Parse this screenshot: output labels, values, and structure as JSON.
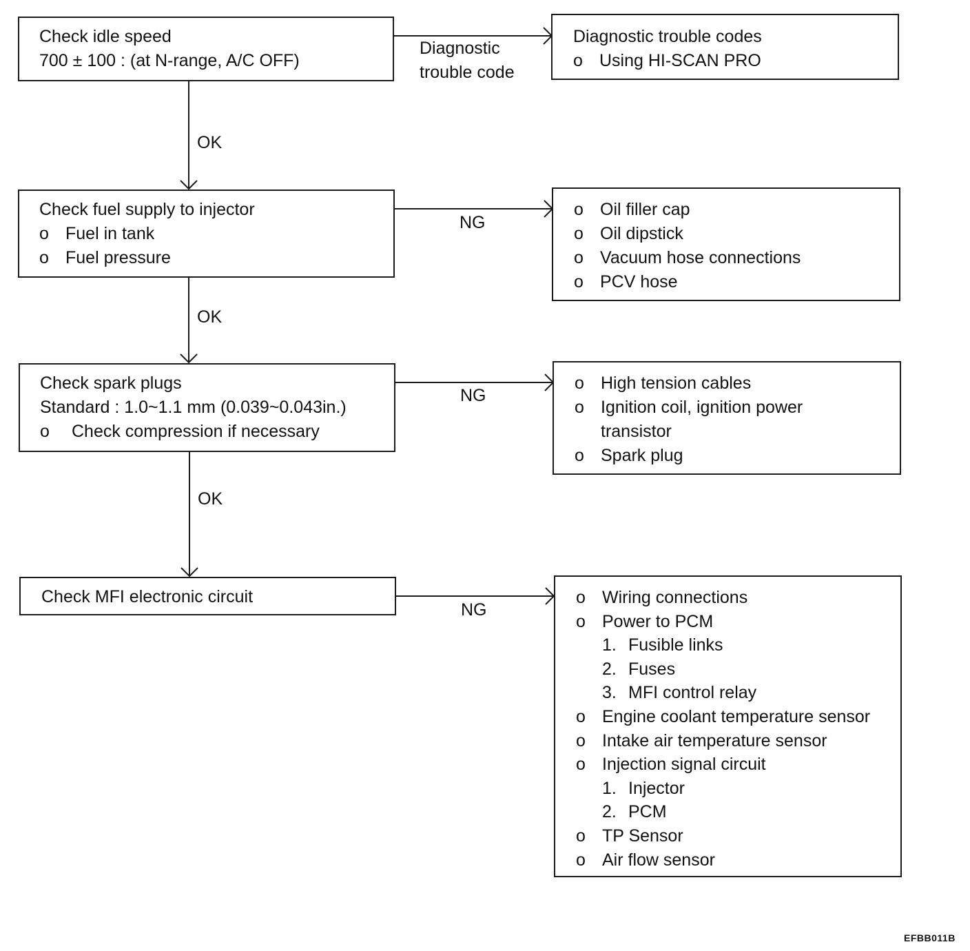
{
  "steps": [
    {
      "lines": [
        "Check idle speed",
        "700 ± 100 : (at N-range, A/C OFF)"
      ]
    },
    {
      "title": "Check fuel supply to injector",
      "items": [
        "Fuel in tank",
        "Fuel pressure"
      ]
    },
    {
      "lines": [
        "Check spark plugs",
        "Standard : 1.0~1.1 mm (0.039~0.043in.)"
      ],
      "items": [
        "Check compression if necessary"
      ]
    },
    {
      "title": "Check MFI electronic circuit"
    }
  ],
  "results": [
    {
      "title": "Diagnostic trouble codes",
      "items": [
        "Using HI-SCAN PRO"
      ]
    },
    {
      "items": [
        "Oil filler cap",
        "Oil dipstick",
        "Vacuum hose connections",
        "PCV hose"
      ]
    },
    {
      "items": [
        "High tension cables",
        "Ignition coil, ignition power",
        "transistor",
        "Spark plug"
      ]
    },
    {
      "items": [
        "Wiring connections",
        "Power to PCM",
        "Fusible links",
        "Fuses",
        "MFI control relay",
        "Engine coolant temperature sensor",
        "Intake air temperature sensor",
        "Injection signal circuit",
        "Injector",
        "PCM",
        "TP Sensor",
        "Air flow sensor"
      ],
      "numbers": [
        "1.",
        "2.",
        "3.",
        "1.",
        "2."
      ]
    }
  ],
  "labels": {
    "dtc_line1": "Diagnostic",
    "dtc_line2": "trouble code",
    "ok": "OK",
    "ng": "NG"
  },
  "bullet": "o",
  "figure_code": "EFBB011B"
}
